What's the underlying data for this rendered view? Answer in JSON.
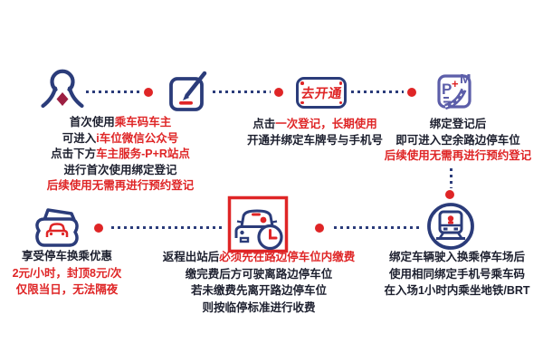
{
  "colors": {
    "navy": "#2b3c7a",
    "red": "#df2526",
    "purple": "#5c5ea9",
    "crimson_diamond": "#9c1f42",
    "dark_text": "#1c1f2e",
    "background": "#ffffff"
  },
  "flow": {
    "register": {
      "l1a": "首次使用",
      "l1b": "乘车码车主",
      "l2a": "可进入",
      "l2b": "i车位微信公众号",
      "l3a": "点击下方",
      "l3b": "车主服务-P+R站点",
      "l4a": "进行首次使用绑定登记",
      "l5b": "后续使用无需再进行预约登记"
    },
    "button": {
      "label": "去开通"
    },
    "activate": {
      "l1a": "点击",
      "l1b": "一次登记，长期使用",
      "l2a": "开通并绑定车牌号与手机号"
    },
    "bound": {
      "l1": "绑定登记后",
      "l2": "即可进入空余路边停车位",
      "l3_red": "后续使用无需再进行预约登记"
    },
    "metro": {
      "l1": "绑定车辆驶入换乘停车场后",
      "l2": "使用相同绑定手机号乘车码",
      "l3": "在入场1小时内乘坐地铁/BRT"
    },
    "pay": {
      "l1a": "返程出站后",
      "l1b": "必须先在路边停车位内缴费",
      "l2": "缴完费后方可驶离路边停车位",
      "l3": "若未缴费先离开路边停车位",
      "l4": "则按临停标准进行收费"
    },
    "discount": {
      "l1": "享受停车换乘优惠",
      "l2_red": "2元/小时，封顶8元/次",
      "l3_red": "仅限当日，无法隔夜"
    },
    "pm_logo": {
      "p": "P",
      "plus": "+",
      "m": "M"
    }
  }
}
